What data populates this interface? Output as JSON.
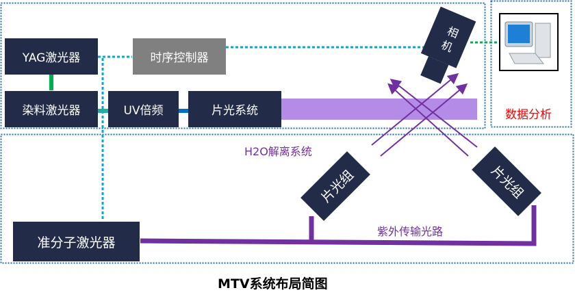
{
  "title": "MTV系统布局简图",
  "blocks": {
    "yag": "YAG激光器",
    "timing": "时序控制器",
    "dye": "染料激光器",
    "uv": "UV倍频",
    "sheet": "片光系统",
    "camera": "相机",
    "excimer": "准分子激光器",
    "sheet_group_left": "片光组",
    "sheet_group_right": "片光组"
  },
  "labels": {
    "data_analysis": "数据分析",
    "h2o_system": "H2O解离系统",
    "uv_path": "紫外传输光路"
  },
  "colors": {
    "block": "#222b48",
    "timing_block": "#808080",
    "beam": "#b48ce8",
    "uv_line": "#7030a0",
    "dotted_region": "#1f6fb5",
    "dotted_signal": "#00a8d6",
    "data_label": "#ff0000"
  }
}
